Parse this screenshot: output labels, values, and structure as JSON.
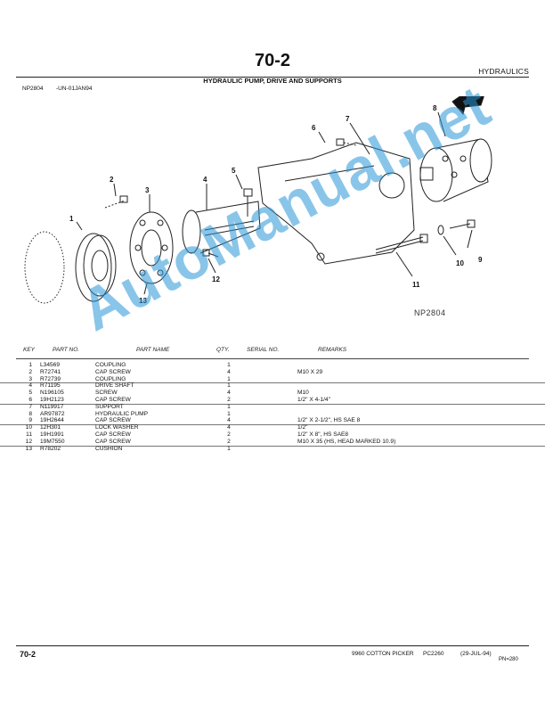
{
  "header": {
    "page_number": "70-2",
    "section": "HYDRAULICS",
    "subtitle": "HYDRAULIC PUMP, DRIVE AND SUPPORTS",
    "ref_code": "NP2804",
    "ref_date": "-UN-01JAN94"
  },
  "figure": {
    "id": "NP2804",
    "callouts": [
      "1",
      "2",
      "3",
      "4",
      "5",
      "6",
      "7",
      "8",
      "9",
      "10",
      "11",
      "12",
      "13"
    ]
  },
  "table": {
    "headers": {
      "key": "KEY",
      "part_no": "PART NO.",
      "part_name": "PART NAME",
      "qty": "QTY.",
      "serial_no": "SERIAL NO.",
      "remarks": "REMARKS"
    },
    "rows": [
      {
        "key": "1",
        "part": "L34569",
        "name": "COUPLING",
        "qty": "1",
        "remarks": ""
      },
      {
        "key": "2",
        "part": "R72741",
        "name": "CAP SCREW",
        "qty": "4",
        "remarks": "M10 X 29"
      },
      {
        "key": "3",
        "part": "R72739",
        "name": "COUPLING",
        "qty": "1",
        "remarks": ""
      },
      {
        "key": "4",
        "part": "R71195",
        "name": "DRIVE SHAFT",
        "qty": "1",
        "remarks": ""
      },
      {
        "key": "5",
        "part": "N196105",
        "name": "SCREW",
        "qty": "4",
        "remarks": "M10"
      },
      {
        "key": "6",
        "part": "19H2123",
        "name": "CAP SCREW",
        "qty": "2",
        "remarks": "1/2\" X 4-1/4\""
      },
      {
        "key": "7",
        "part": "N119917",
        "name": "SUPPORT",
        "qty": "1",
        "remarks": ""
      },
      {
        "key": "8",
        "part": "AR97872",
        "name": "HYDRAULIC PUMP",
        "qty": "1",
        "remarks": ""
      },
      {
        "key": "9",
        "part": "19H2644",
        "name": "CAP SCREW",
        "qty": "4",
        "remarks": "1/2\" X 2-1/2\", HS SAE 8"
      },
      {
        "key": "10",
        "part": "12H301",
        "name": "LOCK WASHER",
        "qty": "4",
        "remarks": "1/2\""
      },
      {
        "key": "11",
        "part": "19H1991",
        "name": "CAP SCREW",
        "qty": "2",
        "remarks": "1/2\" X 8\", HS SAE8"
      },
      {
        "key": "12",
        "part": "19M7550",
        "name": "CAP SCREW",
        "qty": "2",
        "remarks": "M10 X 35 (HS, HEAD MARKED 10.9)"
      },
      {
        "key": "13",
        "part": "R78202",
        "name": "CUSHION",
        "qty": "1",
        "remarks": ""
      }
    ]
  },
  "footer": {
    "page_number": "70-2",
    "product": "9960 COTTON PICKER",
    "pc": "PC2260",
    "date": "(29-JUL-94)",
    "pn": "PN=280"
  },
  "watermark": "AutoManual.net",
  "colors": {
    "watermark": "#2896d7"
  }
}
